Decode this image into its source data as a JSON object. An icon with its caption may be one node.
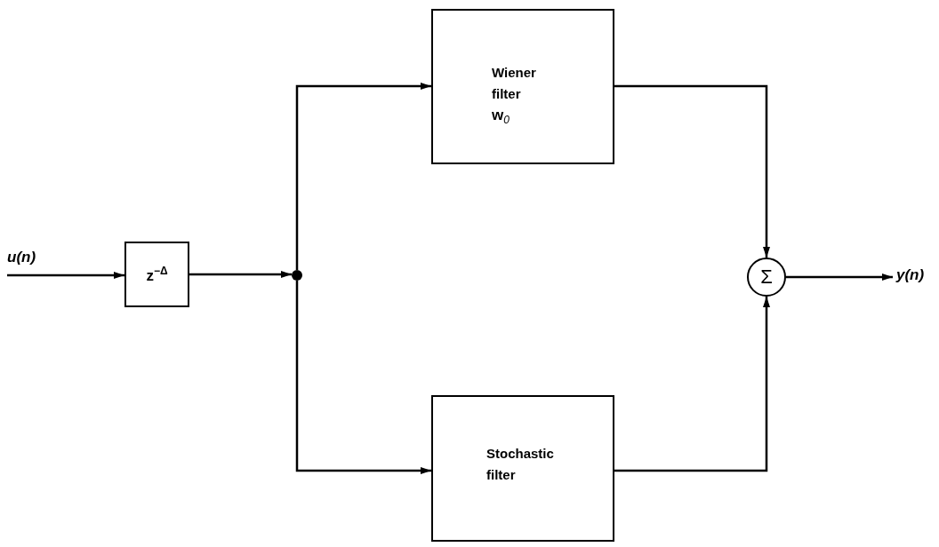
{
  "diagram": {
    "nodes": [
      {
        "text": [
          "u(n)"
        ]
      },
      {
        "text": [
          "z$^{−Δ}$"
        ]
      },
      {
        "text": [],
        "shape": "circle"
      },
      {
        "text": [
          "Wiener filter",
          "w$_{0}$"
        ]
      },
      {
        "text": [
          "Stochastic filter"
        ]
      },
      {
        "text": [
          "Σ"
        ]
      },
      {
        "text": [
          "y(n)"
        ]
      }
    ],
    "edges": [
      {
        "from": 0,
        "to": 1,
        "arrow": "to"
      },
      {
        "from": 1,
        "to": 2,
        "arrow": "to"
      },
      {
        "from": 2,
        "to": 3,
        "arrow": "to"
      },
      {
        "from": 2,
        "to": 4,
        "arrow": "to"
      },
      {
        "from": 3,
        "to": 5,
        "arrow": "to"
      },
      {
        "from": 4,
        "to": 5,
        "arrow": "to"
      },
      {
        "from": 5,
        "to": 6,
        "arrow": "to"
      }
    ]
  }
}
